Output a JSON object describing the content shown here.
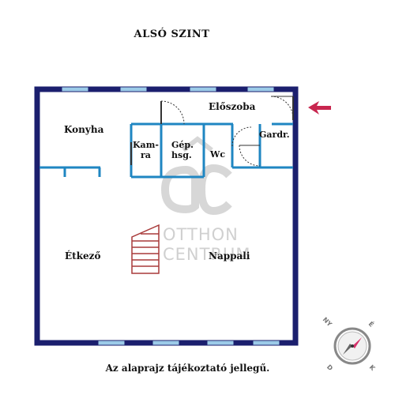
{
  "title": "ALSÓ SZINT",
  "rooms": {
    "konyha": "Konyha",
    "eloszoba": "Előszoba",
    "kamra_line1": "Kam-",
    "kamra_line2": "ra",
    "gephsg_line1": "Gép.",
    "gephsg_line2": "hsg.",
    "wc": "Wc",
    "gardr": "Gardr.",
    "etkezo": "Étkező",
    "nappali": "Nappali"
  },
  "watermark": {
    "line1": "OTTHON",
    "line2": "CENTRUM"
  },
  "footer": "Az alaprajz tájékoztató jellegű.",
  "compass": {
    "labels": [
      "NY",
      "É",
      "D",
      "K"
    ]
  },
  "colors": {
    "outer_wall": "#1b1f6e",
    "inner_wall": "#1f86c2",
    "window": "#9ccbe8",
    "stairs": "#a83a3a",
    "entrance_arrow": "#c8264f",
    "watermark": "#b4b4b4"
  }
}
